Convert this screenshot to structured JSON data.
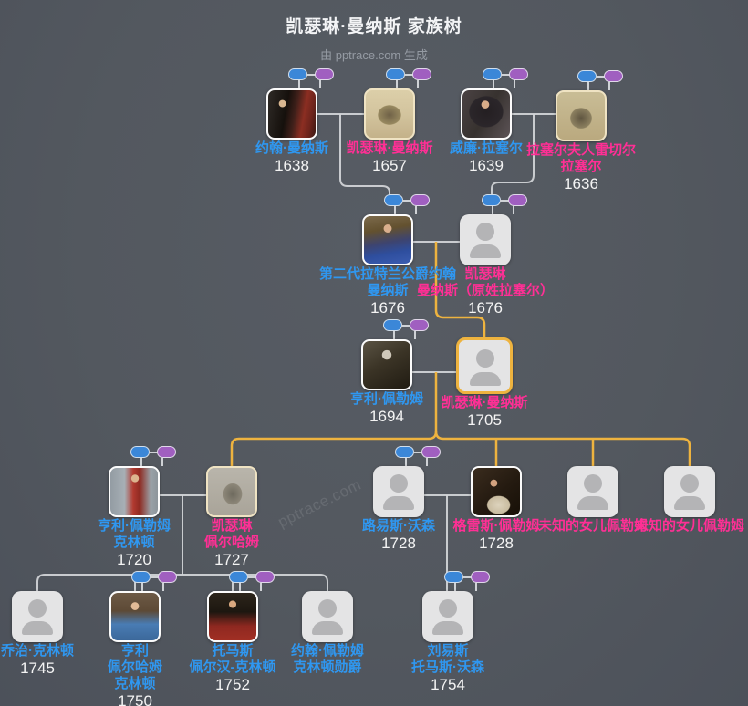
{
  "page": {
    "title": "凯瑟琳·曼纳斯 家族树",
    "subtitle": "由 pptrace.com 生成",
    "watermark": "pptrace.com"
  },
  "colors": {
    "male_label": "#2f97f0",
    "female_label": "#ff2f95",
    "highlight": "#eeb33f",
    "pill_father": "#3b87d8",
    "pill_mother": "#a05fc0",
    "line": "#d4d6d9",
    "background": "#53585f",
    "year_text": "#f4f4f4"
  },
  "people": [
    {
      "name_lines": [
        "约翰·曼纳斯"
      ],
      "year": "1638",
      "sex": "male",
      "card": "portrait",
      "has_parent_pills": true,
      "highlighted": false
    },
    {
      "name_lines": [
        "凯瑟琳·曼纳斯"
      ],
      "year": "1657",
      "sex": "female",
      "card": "portrait",
      "has_parent_pills": true,
      "highlighted": false
    },
    {
      "name_lines": [
        "威廉·拉塞尔"
      ],
      "year": "1639",
      "sex": "male",
      "card": "portrait",
      "has_parent_pills": true,
      "highlighted": false
    },
    {
      "name_lines": [
        "拉塞尔夫人雷切尔",
        "拉塞尔"
      ],
      "year": "1636",
      "sex": "female",
      "card": "portrait",
      "has_parent_pills": true,
      "highlighted": false
    },
    {
      "name_lines": [
        "第二代拉特兰公爵约翰",
        "曼纳斯"
      ],
      "year": "1676",
      "sex": "male",
      "card": "portrait",
      "has_parent_pills": true,
      "highlighted": false
    },
    {
      "name_lines": [
        "凯瑟琳",
        "曼纳斯（原姓拉塞尔）"
      ],
      "year": "1676",
      "sex": "female",
      "card": "placeholder",
      "has_parent_pills": true,
      "highlighted": false
    },
    {
      "name_lines": [
        "亨利·佩勒姆"
      ],
      "year": "1694",
      "sex": "male",
      "card": "portrait",
      "has_parent_pills": true,
      "highlighted": false
    },
    {
      "name_lines": [
        "凯瑟琳·曼纳斯"
      ],
      "year": "1705",
      "sex": "female",
      "card": "placeholder",
      "has_parent_pills": false,
      "highlighted": true
    },
    {
      "name_lines": [
        "亨利·佩勒姆",
        "克林顿"
      ],
      "year": "1720",
      "sex": "male",
      "card": "portrait",
      "has_parent_pills": true,
      "highlighted": false
    },
    {
      "name_lines": [
        "凯瑟琳",
        "佩尔哈姆"
      ],
      "year": "1727",
      "sex": "female",
      "card": "portrait",
      "has_parent_pills": false,
      "highlighted": false
    },
    {
      "name_lines": [
        "路易斯·沃森"
      ],
      "year": "1728",
      "sex": "male",
      "card": "placeholder",
      "has_parent_pills": true,
      "highlighted": false
    },
    {
      "name_lines": [
        "格雷斯·佩勒姆"
      ],
      "year": "1728",
      "sex": "female",
      "card": "portrait",
      "has_parent_pills": false,
      "highlighted": false
    },
    {
      "name_lines": [
        "未知的女儿佩勒姆"
      ],
      "year": null,
      "sex": "female",
      "card": "placeholder",
      "has_parent_pills": false,
      "highlighted": false
    },
    {
      "name_lines": [
        "未知的女儿佩勒姆"
      ],
      "year": null,
      "sex": "female",
      "card": "placeholder",
      "has_parent_pills": false,
      "highlighted": false
    },
    {
      "name_lines": [
        "乔治·克林顿"
      ],
      "year": "1745",
      "sex": "male",
      "card": "placeholder",
      "has_parent_pills": false,
      "highlighted": false
    },
    {
      "name_lines": [
        "亨利",
        "佩尔哈姆",
        "克林顿"
      ],
      "year": "1750",
      "sex": "male",
      "card": "portrait",
      "has_parent_pills": true,
      "highlighted": false
    },
    {
      "name_lines": [
        "托马斯",
        "佩尔汉-克林顿"
      ],
      "year": "1752",
      "sex": "male",
      "card": "portrait",
      "has_parent_pills": true,
      "highlighted": false
    },
    {
      "name_lines": [
        "约翰·佩勒姆",
        "克林顿勋爵"
      ],
      "year": null,
      "sex": "male",
      "card": "placeholder",
      "has_parent_pills": false,
      "highlighted": false
    },
    {
      "name_lines": [
        "刘易斯",
        "托马斯·沃森"
      ],
      "year": "1754",
      "sex": "male",
      "card": "placeholder",
      "has_parent_pills": true,
      "highlighted": false
    }
  ]
}
